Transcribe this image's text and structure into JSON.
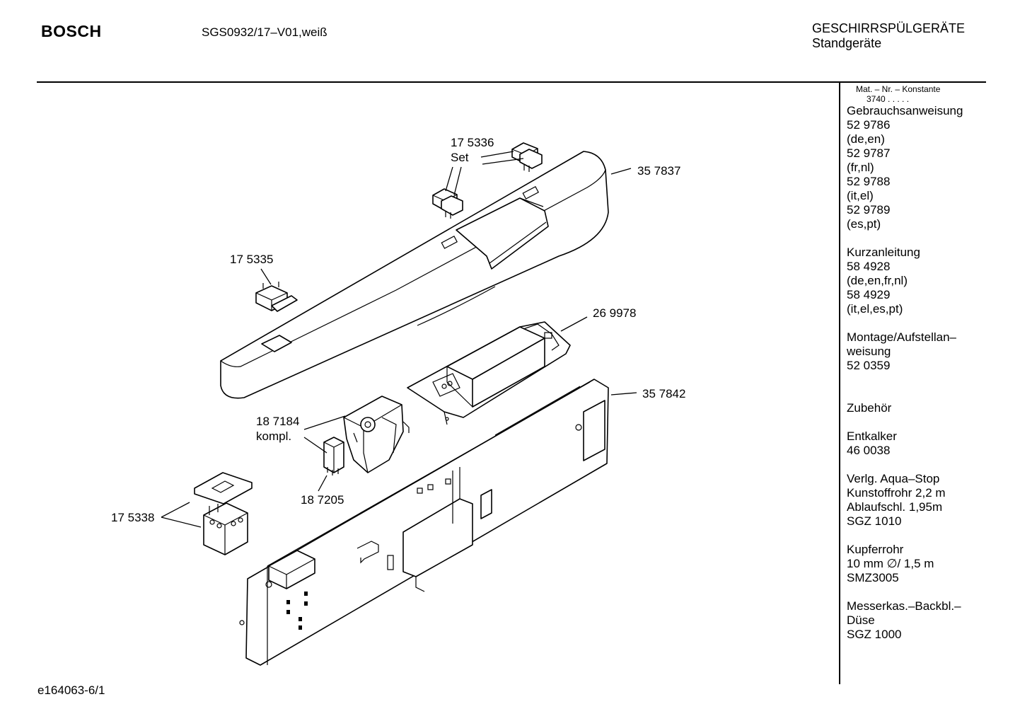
{
  "header": {
    "brand": "BOSCH",
    "model": "SGS0932/17–V01,weiß",
    "category_line1": "GESCHIRRSPÜLGERÄTE",
    "category_line2": "Standgeräte"
  },
  "sidebar": {
    "matnr_label": "Mat. – Nr. – Konstante",
    "matnr_value": "3740  .   .   .   .   .",
    "lines": [
      "Gebrauchsanweisung",
      "52 9786",
      "(de,en)",
      "52 9787",
      "(fr,nl)",
      "52 9788",
      "(it,el)",
      "52 9789",
      "(es,pt)",
      "",
      "Kurzanleitung",
      "58 4928",
      "(de,en,fr,nl)",
      "58 4929",
      "(it,el,es,pt)",
      "",
      "Montage/Aufstellan–",
      "weisung",
      "52 0359",
      "",
      "",
      "Zubehör",
      "",
      "Entkalker",
      "46 0038",
      "",
      "Verlg. Aqua–Stop",
      "Kunstoffrohr 2,2 m",
      "Ablaufschl. 1,95m",
      "SGZ 1010",
      "",
      "Kupferrohr",
      "10 mm ∅/ 1,5 m",
      "SMZ3005",
      "",
      "Messerkas.–Backbl.–",
      "Düse",
      "SGZ 1000"
    ]
  },
  "diagram": {
    "labels": {
      "p175336": "17 5336",
      "set": "Set",
      "p357837": "35 7837",
      "p175335": "17 5335",
      "p269978": "26 9978",
      "p357842": "35 7842",
      "p187184": "18 7184",
      "kompl": "kompl.",
      "p187205": "18 7205",
      "p175338": "17 5338"
    }
  },
  "footer": {
    "code": "e164063-6/1"
  }
}
